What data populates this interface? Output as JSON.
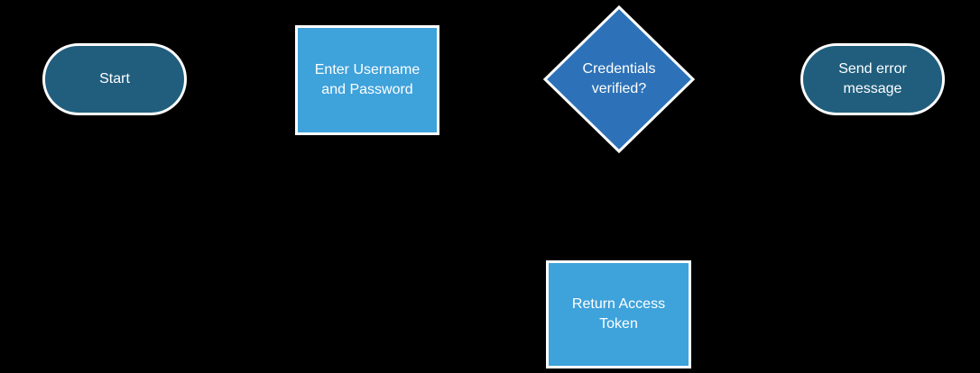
{
  "flowchart": {
    "nodes": [
      {
        "id": "start",
        "shape": "terminator",
        "label": "Start"
      },
      {
        "id": "enter-username-password",
        "shape": "process",
        "label": "Enter Username and Password"
      },
      {
        "id": "credentials-verified",
        "shape": "decision",
        "label": "Credentials verified?"
      },
      {
        "id": "send-error-message",
        "shape": "terminator",
        "label": "Send error message"
      },
      {
        "id": "return-access-token",
        "shape": "process",
        "label": "Return Access Token"
      }
    ]
  },
  "colors": {
    "canvas_bg": "#000000",
    "node_dark": "#215E7E",
    "node_medium": "#2D72B8",
    "node_light": "#3EA2DB",
    "node_border": "#FFFFFF",
    "node_text": "#FFFFFF"
  }
}
